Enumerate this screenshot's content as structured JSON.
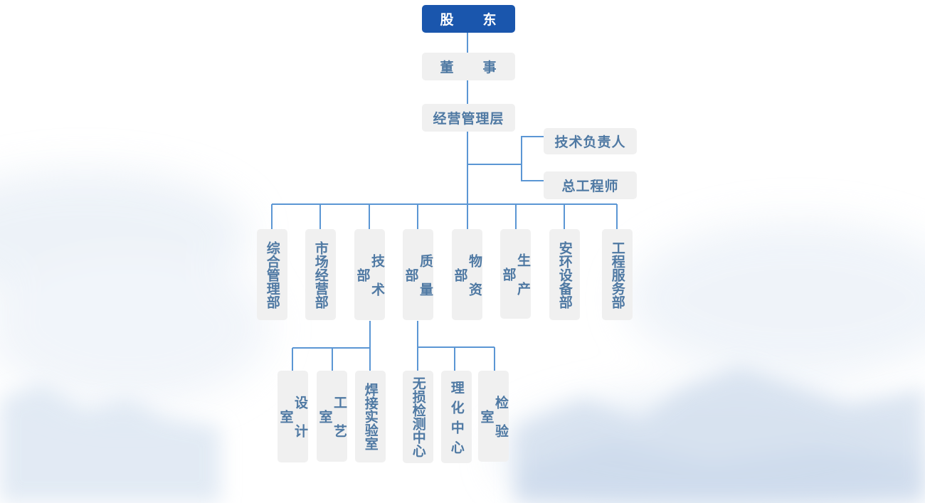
{
  "org_chart": {
    "top": "股　　东",
    "board": "董　　事",
    "management": "经营管理层",
    "side_roles": [
      "技术负责人",
      "总工程师"
    ],
    "departments": [
      "综合管理部",
      "市场经营部",
      "技术部",
      "质量部",
      "物资部",
      "生产部",
      "安环设备部",
      "工程服务部"
    ],
    "tech_rooms": [
      "设计室",
      "工艺室",
      "焊接实验室"
    ],
    "quality_rooms": [
      "无损检测中心",
      "理化中心",
      "检验室"
    ]
  },
  "colors": {
    "top_box": "#1a56ad",
    "box_fill": "#f0f0f0",
    "box_text": "#4f79a3",
    "connector": "#5b96d4"
  }
}
